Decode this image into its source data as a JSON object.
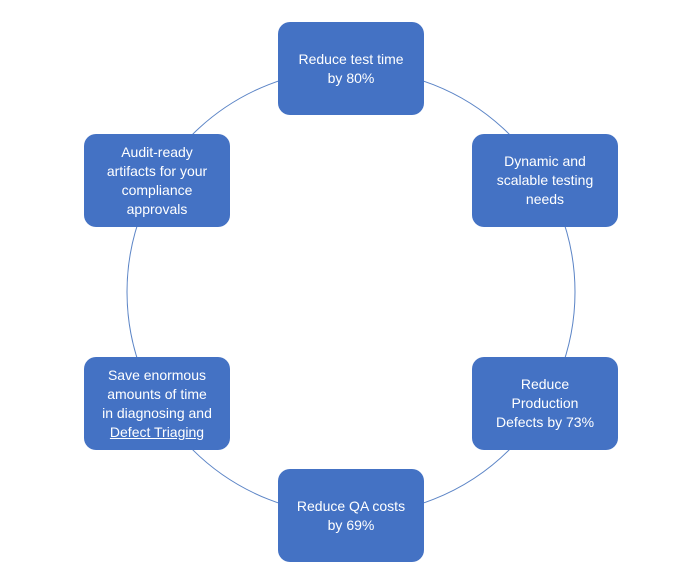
{
  "diagram": {
    "nodes": [
      {
        "id": "top",
        "lines": [
          "Reduce test time",
          "by 80%"
        ]
      },
      {
        "id": "upper-right",
        "lines": [
          "Dynamic and",
          "scalable testing",
          "needs"
        ]
      },
      {
        "id": "lower-right",
        "lines": [
          "Reduce",
          "Production",
          "Defects by 73%"
        ]
      },
      {
        "id": "bottom",
        "lines": [
          "Reduce QA costs",
          "by 69%"
        ]
      },
      {
        "id": "lower-left",
        "lines": [
          "Save enormous",
          "amounts of time",
          "in diagnosing and"
        ],
        "link": "Defect Triaging"
      },
      {
        "id": "upper-left",
        "lines": [
          "Audit-ready",
          "artifacts for your",
          "compliance",
          "approvals"
        ]
      }
    ],
    "colors": {
      "node_fill": "#4472c4",
      "node_text": "#ffffff",
      "ring_stroke": "#5b84c6"
    }
  }
}
